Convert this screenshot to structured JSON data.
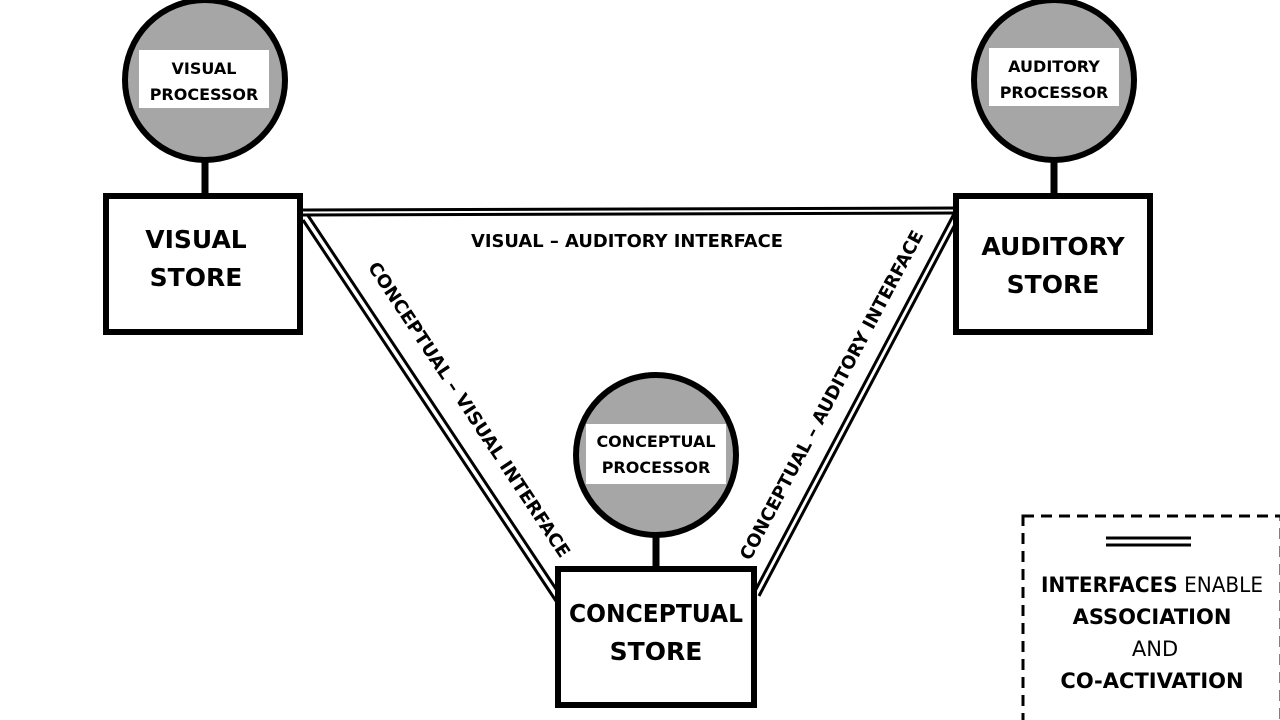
{
  "processors": {
    "visual": {
      "line1": "VISUAL",
      "line2": "PROCESSOR"
    },
    "auditory": {
      "line1": "AUDITORY",
      "line2": "PROCESSOR"
    },
    "conceptual": {
      "line1": "CONCEPTUAL",
      "line2": "PROCESSOR"
    }
  },
  "stores": {
    "visual": {
      "line1": "VISUAL",
      "line2": "STORE"
    },
    "auditory": {
      "line1": "AUDITORY",
      "line2": "STORE"
    },
    "conceptual": {
      "line1": "CONCEPTUAL",
      "line2": "STORE"
    }
  },
  "interfaces": {
    "visual_auditory": "VISUAL – AUDITORY INTERFACE",
    "conceptual_visual": "CONCEPTUAL – VISUAL INTERFACE",
    "conceptual_auditory": "CONCEPTUAL – AUDITORY INTERFACE"
  },
  "legend": {
    "line1_bold": "INTERFACES",
    "line1_rest": " ENABLE",
    "line2": "ASSOCIATION",
    "line3": "AND",
    "line4": "CO-ACTIVATION"
  },
  "colors": {
    "processor_fill": "#a6a6a6",
    "stroke": "#000000",
    "label_bg": "#ffffff"
  }
}
